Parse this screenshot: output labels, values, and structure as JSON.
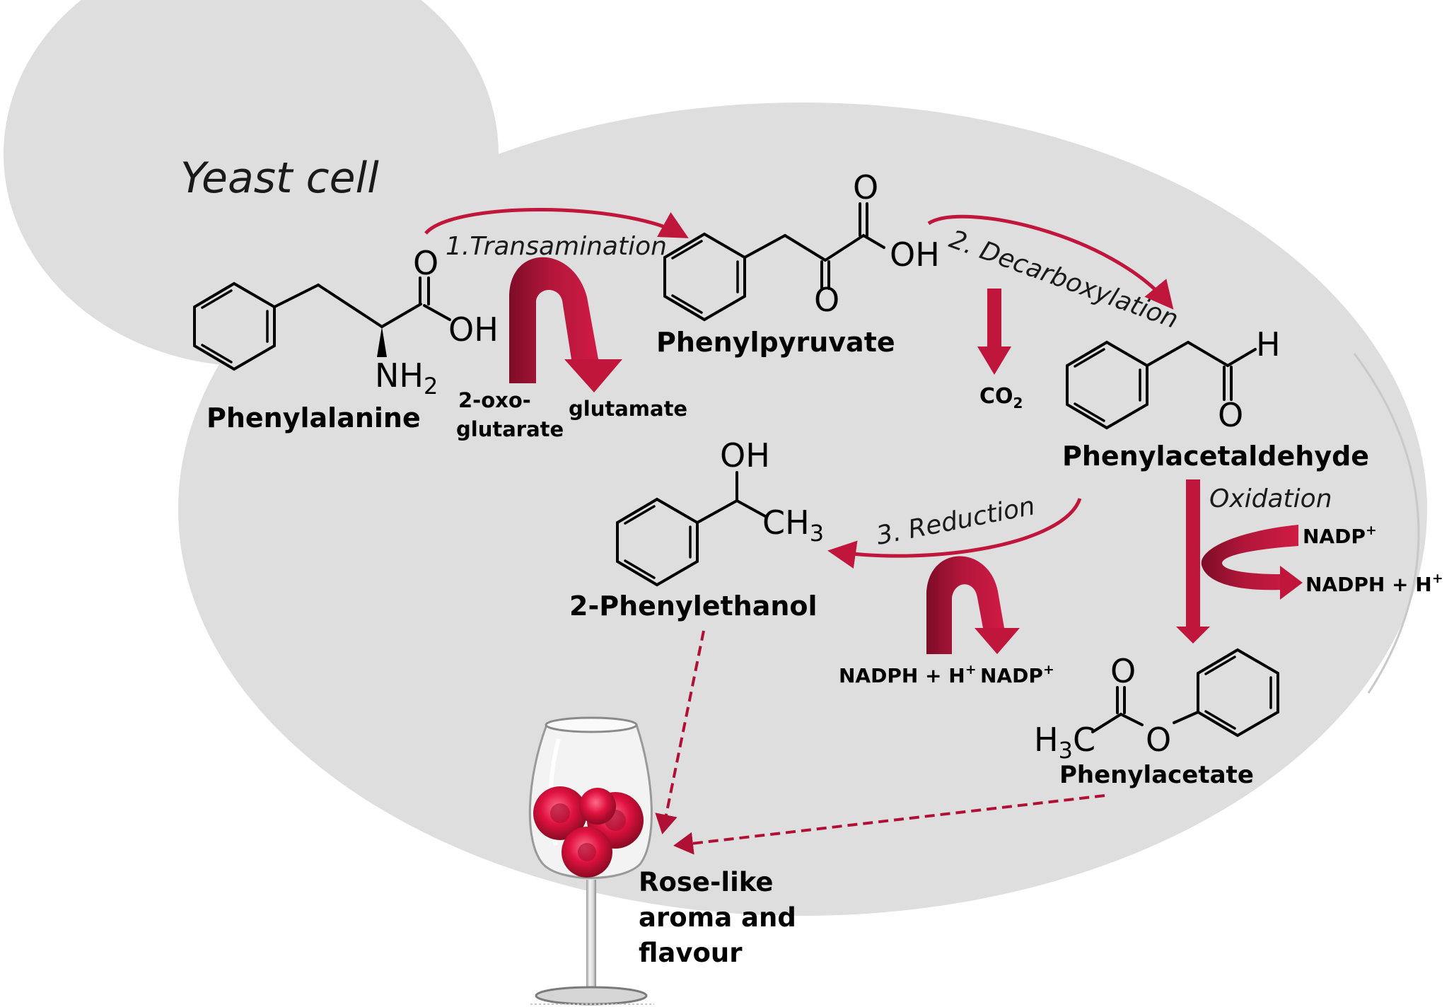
{
  "cell_label": "Yeast cell",
  "compounds": {
    "phenylalanine": {
      "name": "Phenylalanine",
      "o": "O",
      "oh": "OH",
      "nh": "NH",
      "nh_sub": "2"
    },
    "phenylpyruvate": {
      "name": "Phenylpyruvate",
      "o_top": "O",
      "o_keto": "O",
      "oh": "OH"
    },
    "phenylacetaldehyde": {
      "name": "Phenylacetaldehyde",
      "h": "H",
      "o": "O"
    },
    "phenylethanol": {
      "name": "2-Phenylethanol",
      "oh": "OH",
      "ch": "CH",
      "ch_sub": "3"
    },
    "phenylacetate": {
      "name": "Phenylacetate",
      "o_carbonyl": "O",
      "o_ester": "O",
      "h": "H",
      "h_sub": "3",
      "c": "C"
    }
  },
  "steps": {
    "transamination": {
      "label": "1.Transamination",
      "cofactor_in_1": "2-oxo-",
      "cofactor_in_2": "glutarate",
      "cofactor_out": "glutamate"
    },
    "decarboxylation": {
      "label": "2. Decarboxylation",
      "product_base": "CO",
      "product_sub": "2"
    },
    "reduction": {
      "label": "3. Reduction",
      "cofactor_in": "NADPH + H",
      "cofactor_in_sup": "+",
      "cofactor_out": "NADP",
      "cofactor_out_sup": "+"
    },
    "oxidation": {
      "label": "Oxidation",
      "cofactor_in": "NADP",
      "cofactor_in_sup": "+",
      "cofactor_out": "NADPH + H",
      "cofactor_out_sup": "+"
    }
  },
  "aroma": {
    "line1": "Rose-like",
    "line2": "aroma and",
    "line3": "flavour"
  },
  "colors": {
    "cell_fill": "#dedede",
    "arrow_red": "#c0163c",
    "arrow_dark": "#8e0f2c",
    "dashed": "#b01034"
  }
}
